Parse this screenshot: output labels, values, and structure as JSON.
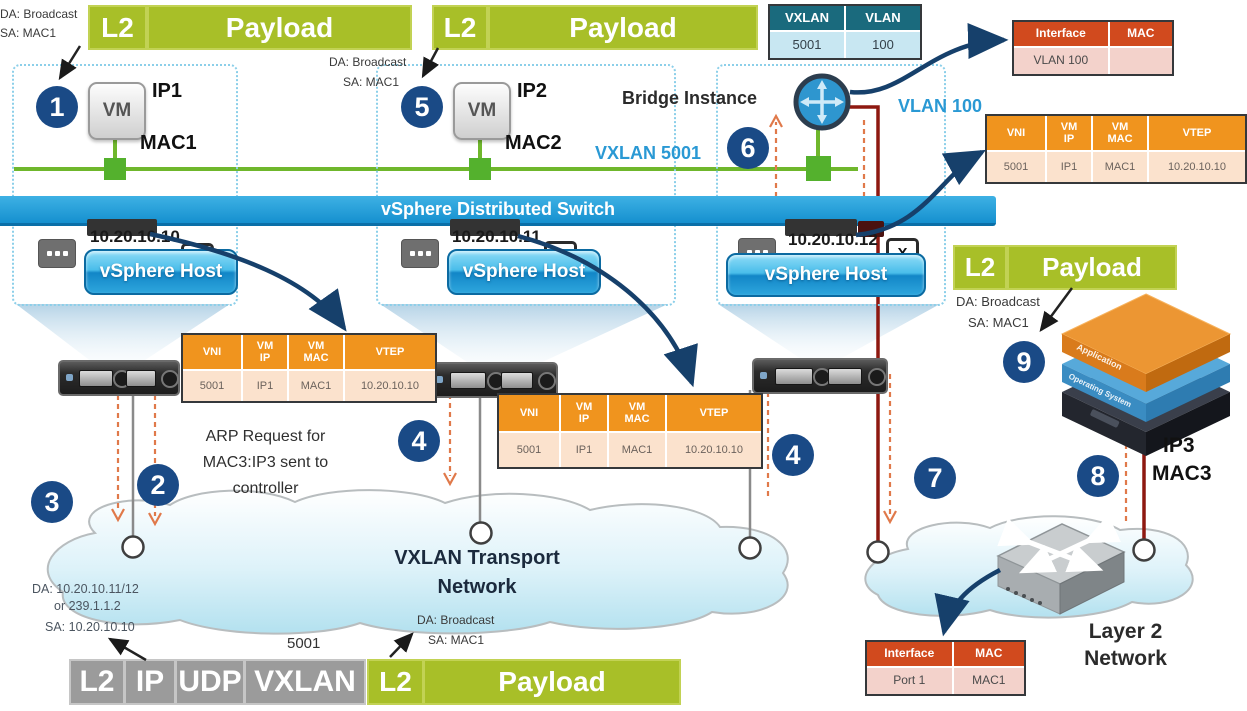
{
  "colors": {
    "payload_green": "#a8bf28",
    "packet_gray": "#9b9b9b",
    "vds_blue": "#1e9bd7",
    "table_teal": "#1a6a7d",
    "teal_row": "#c8e7f2",
    "orange_header": "#f0941e",
    "orange_row": "#fbe2cd",
    "red_orange_header": "#d14a1e",
    "pink_row": "#f3d2cb",
    "step_navy": "#1a4a86",
    "vxlan_green": "#6fb72c",
    "vlan_red": "#8e1810",
    "dashed_orange": "#e0794a",
    "arrow_navy": "#16406b",
    "label_blue": "#2a99d4"
  },
  "steps": [
    "1",
    "2",
    "3",
    "4",
    "4",
    "5",
    "6",
    "7",
    "8",
    "9"
  ],
  "packets": {
    "top_left": {
      "l2": "L2",
      "payload": "Payload"
    },
    "top_mid": {
      "l2": "L2",
      "payload": "Payload"
    },
    "right": {
      "l2": "L2",
      "payload": "Payload"
    },
    "bottom": {
      "l2_outer": "L2",
      "ip": "IP",
      "udp": "UDP",
      "vxlan": "VXLAN",
      "l2": "L2",
      "payload": "Payload"
    }
  },
  "annotations": {
    "top_left_da": "DA: Broadcast",
    "top_left_sa": "SA: MAC1",
    "top_mid_da": "DA: Broadcast",
    "top_mid_sa": "SA: MAC1",
    "right_da": "DA: Broadcast",
    "right_sa": "SA: MAC1",
    "bottom_da": "DA: Broadcast",
    "bottom_sa": "SA: MAC1",
    "outer_da": "DA: 10.20.10.11/12",
    "outer_da2": "or 239.1.1.2",
    "outer_sa": "SA: 10.20.10.10",
    "vni_label": "5001",
    "arp_line1": "ARP Request for",
    "arp_line2": "MAC3:IP3 sent to",
    "arp_line3": "controller"
  },
  "labels": {
    "vds": "vSphere Distributed Switch",
    "vxlan_5001": "VXLAN 5001",
    "vlan_100": "VLAN 100",
    "bridge_instance": "Bridge Instance",
    "transport_cloud_line1": "VXLAN Transport",
    "transport_cloud_line2": "Network",
    "l2_cloud_line1": "Layer 2",
    "l2_cloud_line2": "Network",
    "ip3": "IP3",
    "mac3": "MAC3",
    "app_layer": "Application",
    "os_layer": "Operating System",
    "x_glyph": "X"
  },
  "vms": [
    {
      "label": "VM",
      "ip": "IP1",
      "mac": "MAC1"
    },
    {
      "label": "VM",
      "ip": "IP2",
      "mac": "MAC2"
    }
  ],
  "hosts": [
    {
      "ip": "10.20.10.10",
      "label": "vSphere Host"
    },
    {
      "ip": "10.20.10.11",
      "label": "vSphere Host"
    },
    {
      "ip": "10.20.10.12",
      "label": "vSphere Host"
    }
  ],
  "tables": {
    "vxlan_vlan": {
      "headers": [
        "VXLAN",
        "VLAN"
      ],
      "rows": [
        [
          "5001",
          "100"
        ]
      ]
    },
    "bridge_mac_table": {
      "headers": [
        "Interface",
        "MAC"
      ],
      "rows": [
        [
          "VLAN 100",
          ""
        ]
      ]
    },
    "switch_mac_table": {
      "headers": [
        "Interface",
        "MAC"
      ],
      "rows": [
        [
          "Port 1",
          "MAC1"
        ]
      ]
    },
    "vtep_table_host1": {
      "headers": [
        "VNI",
        "VM\nIP",
        "VM\nMAC",
        "VTEP"
      ],
      "rows": [
        [
          "5001",
          "IP1",
          "MAC1",
          "10.20.10.10"
        ]
      ]
    },
    "vtep_table_host2": {
      "headers": [
        "VNI",
        "VM\nIP",
        "VM\nMAC",
        "VTEP"
      ],
      "rows": [
        [
          "5001",
          "IP1",
          "MAC1",
          "10.20.10.10"
        ]
      ]
    },
    "vtep_table_right": {
      "headers": [
        "VNI",
        "VM\nIP",
        "VM\nMAC",
        "VTEP"
      ],
      "rows": [
        [
          "5001",
          "IP1",
          "MAC1",
          "10.20.10.10"
        ]
      ]
    }
  }
}
